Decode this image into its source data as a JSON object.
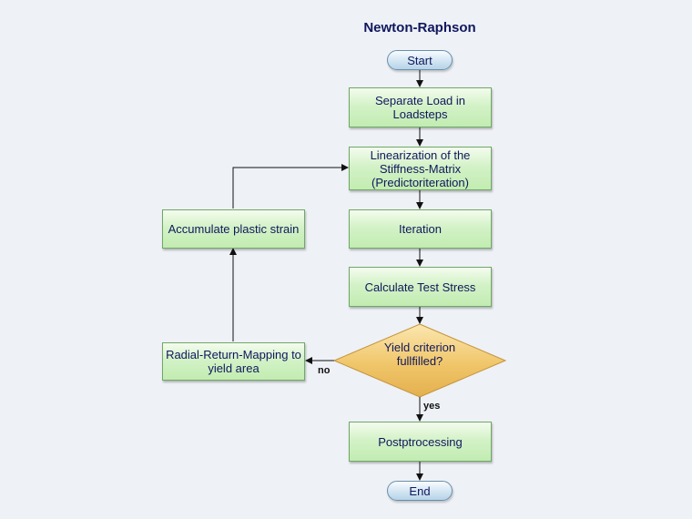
{
  "diagram": {
    "title": "Newton-Raphson",
    "nodes": {
      "start": "Start",
      "separate_load": "Separate Load in Loadsteps",
      "linearization": "Linearization of the Stiffness-Matrix (Predictoriteration)",
      "iteration": "Iteration",
      "calculate_stress": "Calculate Test Stress",
      "yield_decision": "Yield criterion fullfilled?",
      "postprocessing": "Postptrocessing",
      "end": "End",
      "radial_return": "Radial-Return-Mapping to yield area",
      "accumulate": "Accumulate plastic strain"
    },
    "edge_labels": {
      "yes": "yes",
      "no": "no"
    },
    "colors": {
      "process_fill": "#c9efb9",
      "decision_fill": "#f0c66a",
      "terminal_fill": "#cfe3f1",
      "text": "#10175e"
    }
  }
}
